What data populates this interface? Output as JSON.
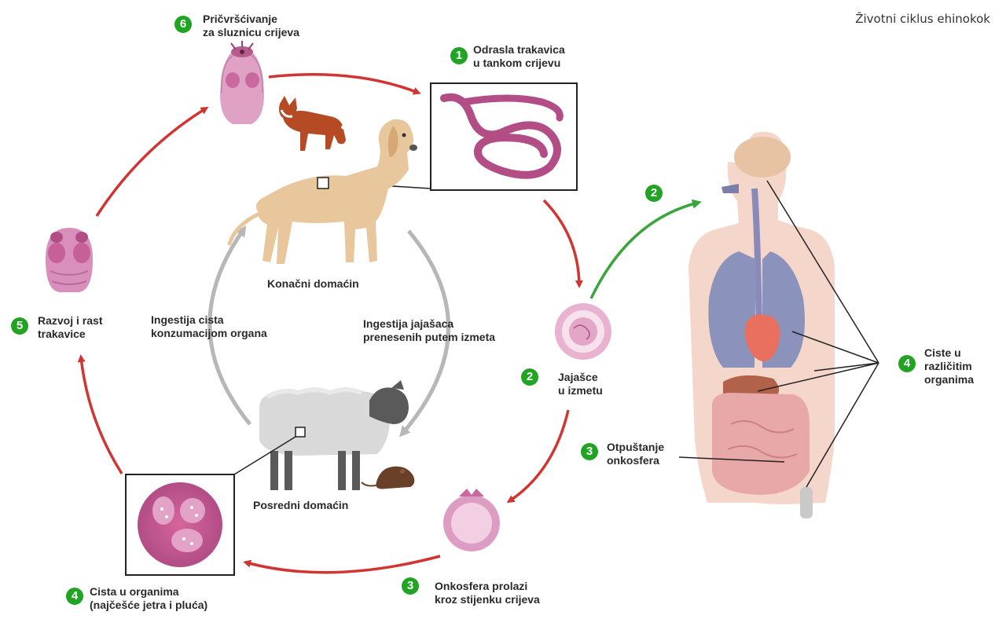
{
  "diagram_title": "Životni ciklus ehinokok",
  "colors": {
    "cycle_arrow": "#d03532",
    "human_arrow": "#3aa53c",
    "gray_arrow": "#b7b7b7",
    "step_badge": "#21a324",
    "parasite": "#b24d86"
  },
  "steps": [
    {
      "number": "1",
      "label": "Odrasla trakavica\nu tankom crijevu"
    },
    {
      "number": "2",
      "label": "Jajašce\nu izmetu"
    },
    {
      "number": "2",
      "label": ""
    },
    {
      "number": "3",
      "label": "Onkosfera prolazi\nkroz stijenku crijeva"
    },
    {
      "number": "3",
      "label": "Otpuštanje\nonkosfera"
    },
    {
      "number": "4",
      "label": "Cista u organima\n(najčešće jetra i pluća)"
    },
    {
      "number": "4",
      "label": "Ciste u\nrazličitim\norganima"
    },
    {
      "number": "5",
      "label": "Razvoj i rast\ntrakavice"
    },
    {
      "number": "6",
      "label": "Pričvršćivanje\nza sluznicu crijeva"
    }
  ],
  "hosts": {
    "definitive": "Konačni domaćin",
    "intermediate": "Posredni domaćin"
  },
  "transmission": {
    "egg_ingestion": "Ingestija jajašaca\nprenesenih putem izmeta",
    "cyst_ingestion": "Ingestija cista\nkonzumacijom organa"
  },
  "icons": [
    "fox-icon",
    "dog-icon",
    "sheep-icon",
    "rodent-icon",
    "human-body-icon",
    "tapeworm-icon",
    "egg-icon",
    "oncosphere-icon",
    "cyst-icon",
    "scolex-icon"
  ]
}
